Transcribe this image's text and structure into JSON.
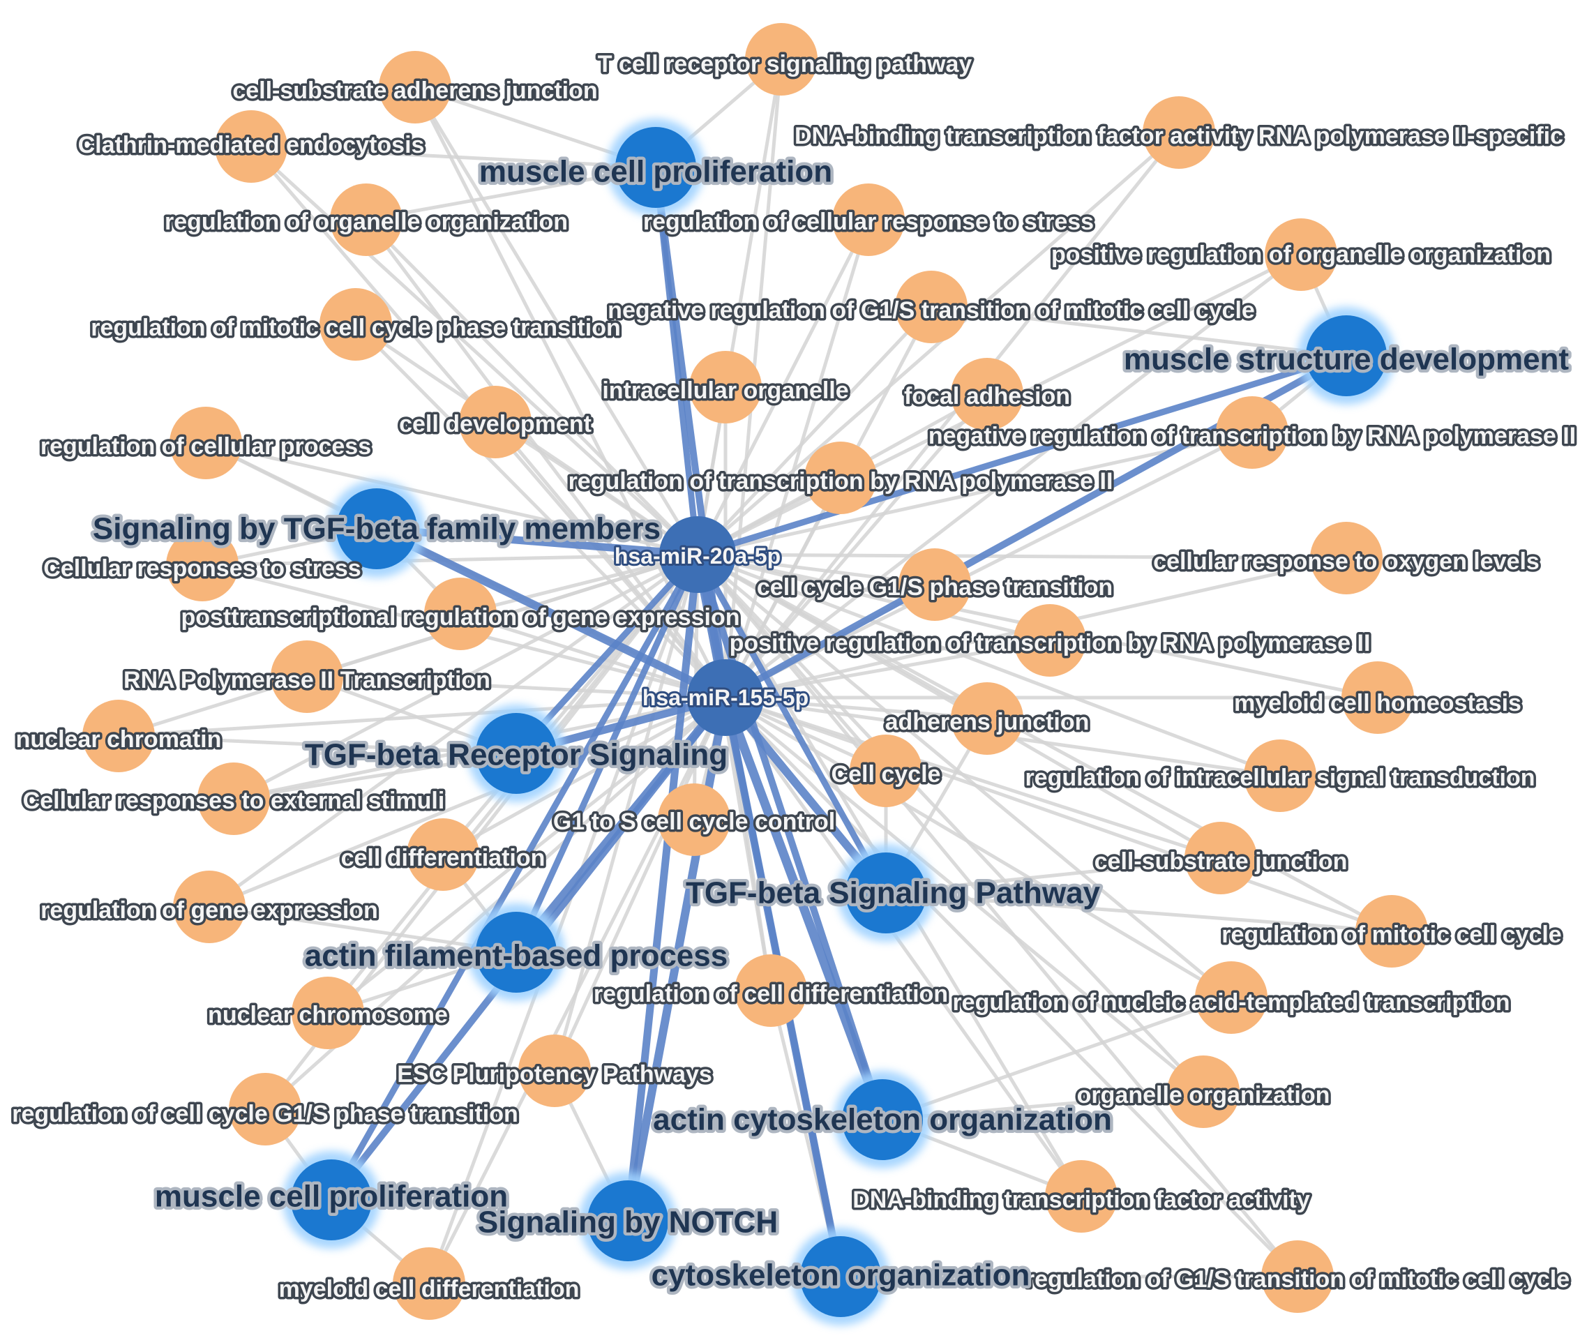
{
  "colors": {
    "term_node": "#f7b57a",
    "hub_node": "#1b78d0",
    "hub_glow": "#9fd2ff",
    "mirna_node": "#3d6fb5",
    "gray_edge": "#d3d3d3",
    "blue_edge": "#5b83c8"
  },
  "mirnas": [
    {
      "id": "m20",
      "label": "hsa-miR-20a-5p"
    },
    {
      "id": "m155",
      "label": "hsa-miR-155-5p"
    }
  ],
  "hubs": [
    {
      "id": "h1",
      "label": "muscle cell proliferation"
    },
    {
      "id": "h2",
      "label": "muscle structure development"
    },
    {
      "id": "h3",
      "label": "Signaling by TGF-beta family members"
    },
    {
      "id": "h4",
      "label": "TGF-beta Receptor Signaling"
    },
    {
      "id": "h5",
      "label": "TGF-beta Signaling Pathway"
    },
    {
      "id": "h6",
      "label": "actin filament-based process"
    },
    {
      "id": "h7",
      "label": "actin cytoskeleton organization"
    },
    {
      "id": "h8",
      "label": "muscle cell proliferation"
    },
    {
      "id": "h9",
      "label": "Signaling by NOTCH"
    },
    {
      "id": "h10",
      "label": "cytoskeleton organization"
    }
  ],
  "terms": [
    {
      "id": "t1",
      "label": "T cell receptor signaling pathway"
    },
    {
      "id": "t2",
      "label": "cell-substrate adherens junction"
    },
    {
      "id": "t3",
      "label": "Clathrin-mediated endocytosis"
    },
    {
      "id": "t4",
      "label": "DNA-binding transcription factor activity RNA polymerase II-specific"
    },
    {
      "id": "t5",
      "label": "regulation of organelle organization"
    },
    {
      "id": "t6",
      "label": "regulation of cellular response to stress"
    },
    {
      "id": "t7",
      "label": "positive regulation of organelle organization"
    },
    {
      "id": "t8",
      "label": "regulation of mitotic cell cycle phase transition"
    },
    {
      "id": "t9",
      "label": "negative regulation of G1/S transition of mitotic cell cycle"
    },
    {
      "id": "t10",
      "label": "intracellular organelle"
    },
    {
      "id": "t11",
      "label": "focal adhesion"
    },
    {
      "id": "t12",
      "label": "cell development"
    },
    {
      "id": "t13",
      "label": "regulation of cellular process"
    },
    {
      "id": "t14",
      "label": "negative regulation of transcription by RNA polymerase II"
    },
    {
      "id": "t15",
      "label": "regulation of transcription by RNA polymerase II"
    },
    {
      "id": "t16",
      "label": "Cellular responses to stress"
    },
    {
      "id": "t17",
      "label": "cellular response to oxygen levels"
    },
    {
      "id": "t18",
      "label": "cell cycle G1/S phase transition"
    },
    {
      "id": "t19",
      "label": "posttranscriptional regulation of gene expression"
    },
    {
      "id": "t20",
      "label": "positive regulation of transcription by RNA polymerase II"
    },
    {
      "id": "t21",
      "label": "RNA Polymerase II Transcription"
    },
    {
      "id": "t22",
      "label": "myeloid cell homeostasis"
    },
    {
      "id": "t23",
      "label": "nuclear chromatin"
    },
    {
      "id": "t24",
      "label": "adherens junction"
    },
    {
      "id": "t25",
      "label": "Cell cycle"
    },
    {
      "id": "t26",
      "label": "regulation of intracellular signal transduction"
    },
    {
      "id": "t27",
      "label": "Cellular responses to external stimuli"
    },
    {
      "id": "t28",
      "label": "G1 to S cell cycle control"
    },
    {
      "id": "t29",
      "label": "cell differentiation"
    },
    {
      "id": "t30",
      "label": "cell-substrate junction"
    },
    {
      "id": "t31",
      "label": "regulation of gene expression"
    },
    {
      "id": "t32",
      "label": "regulation of mitotic cell cycle"
    },
    {
      "id": "t33",
      "label": "regulation of cell differentiation"
    },
    {
      "id": "t34",
      "label": "regulation of nucleic acid-templated transcription"
    },
    {
      "id": "t35",
      "label": "nuclear chromosome"
    },
    {
      "id": "t36",
      "label": "ESC Pluripotency Pathways"
    },
    {
      "id": "t37",
      "label": "organelle organization"
    },
    {
      "id": "t38",
      "label": "regulation of cell cycle G1/S phase transition"
    },
    {
      "id": "t39",
      "label": "DNA-binding transcription factor activity"
    },
    {
      "id": "t40",
      "label": "myeloid cell differentiation"
    },
    {
      "id": "t41",
      "label": "regulation of G1/S transition of mitotic cell cycle"
    }
  ]
}
